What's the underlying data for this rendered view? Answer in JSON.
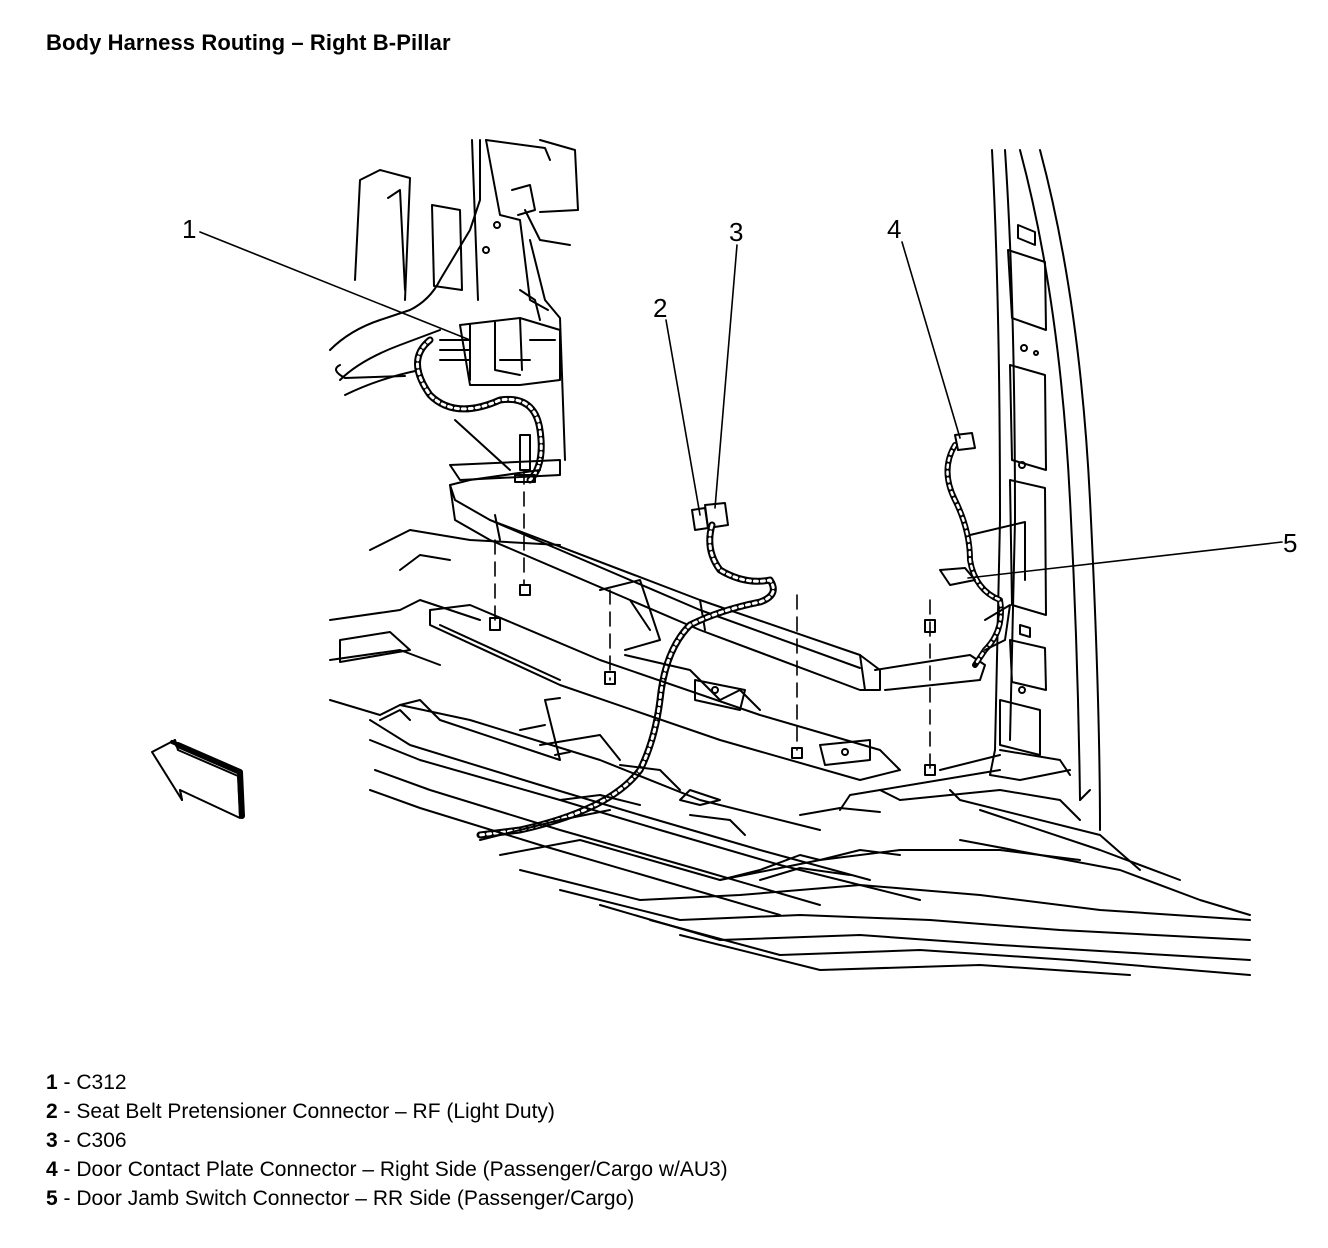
{
  "title": "Body Harness Routing – Right B-Pillar",
  "callouts": [
    {
      "number": "1"
    },
    {
      "number": "2"
    },
    {
      "number": "3"
    },
    {
      "number": "4"
    },
    {
      "number": "5"
    }
  ],
  "legend": [
    {
      "number": "1",
      "sep": " - ",
      "text": "C312"
    },
    {
      "number": "2",
      "sep": " - ",
      "text": "Seat Belt Pretensioner Connector – RF (Light Duty)"
    },
    {
      "number": "3",
      "sep": " - ",
      "text": "C306"
    },
    {
      "number": "4",
      "sep": " - ",
      "text": "Door Contact Plate Connector – Right Side (Passenger/Cargo w/AU3)"
    },
    {
      "number": "5",
      "sep": " - ",
      "text": "Door Jamb Switch Connector – RR Side (Passenger/Cargo)"
    }
  ],
  "icons": {
    "arrow": "front-direction-arrow-icon"
  },
  "colors": {
    "line": "#000000",
    "background": "#ffffff"
  }
}
